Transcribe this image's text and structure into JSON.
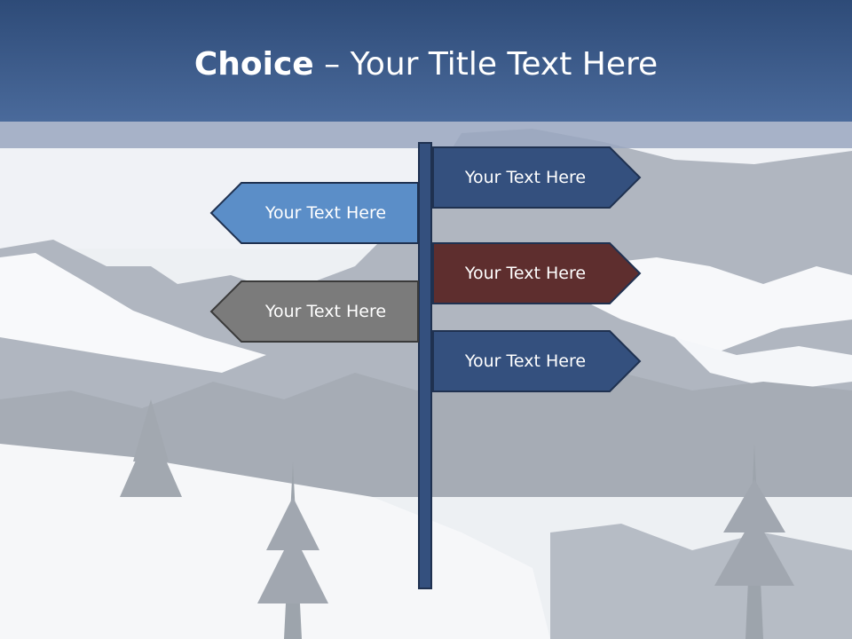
{
  "title": {
    "bold": "Choice",
    "rest": " – Your Title Text Here"
  },
  "signs": [
    {
      "label": "Your Text Here",
      "direction": "right",
      "color": "#34507e"
    },
    {
      "label": "Your Text Here",
      "direction": "left",
      "color": "#5b8ec8"
    },
    {
      "label": "Your Text Here",
      "direction": "right",
      "color": "#5e2e2e"
    },
    {
      "label": "Your Text Here",
      "direction": "left",
      "color": "#7b7b7b"
    },
    {
      "label": "Your Text Here",
      "direction": "right",
      "color": "#34507e"
    }
  ],
  "colors": {
    "title_bar": "#3a5a8a",
    "pole": "#34507e",
    "outline": "#1f3150"
  }
}
